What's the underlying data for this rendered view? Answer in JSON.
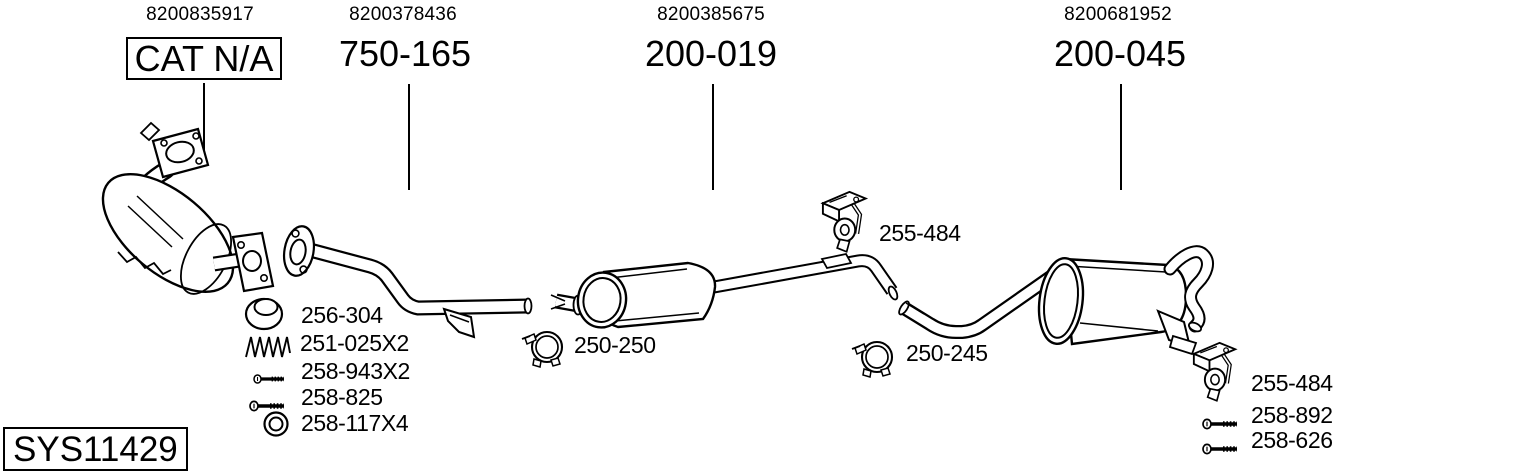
{
  "header": {
    "columns": [
      {
        "part_number": "8200835917",
        "label": "CAT N/A",
        "boxed": true
      },
      {
        "part_number": "8200378436",
        "label": "750-165",
        "boxed": false
      },
      {
        "part_number": "8200385675",
        "label": "200-019",
        "boxed": false
      },
      {
        "part_number": "8200681952",
        "label": "200-045",
        "boxed": false
      }
    ]
  },
  "hardware_list": {
    "items": [
      {
        "label": "256-304",
        "icon": "gasket-ring-icon"
      },
      {
        "label": "251-025X2",
        "icon": "spring-icon"
      },
      {
        "label": "258-943X2",
        "icon": "flange-bolt-icon"
      },
      {
        "label": "258-825",
        "icon": "bolt-icon"
      },
      {
        "label": "258-117X4",
        "icon": "washer-icon"
      }
    ]
  },
  "inline_callouts": {
    "center_clamp": {
      "label": "250-250",
      "icon": "clamp-icon"
    },
    "center_hanger": {
      "label": "255-484",
      "icon": "hanger-icon"
    },
    "rear_clamp": {
      "label": "250-245",
      "icon": "clamp-icon"
    },
    "rear_hanger": {
      "label": "255-484",
      "icon": "hanger-icon"
    },
    "rear_bolts": [
      {
        "label": "258-892",
        "icon": "bolt-icon"
      },
      {
        "label": "258-626",
        "icon": "bolt-icon"
      }
    ]
  },
  "footer": {
    "system_id": "SYS11429"
  },
  "colors": {
    "line": "#000000",
    "background": "#ffffff"
  }
}
